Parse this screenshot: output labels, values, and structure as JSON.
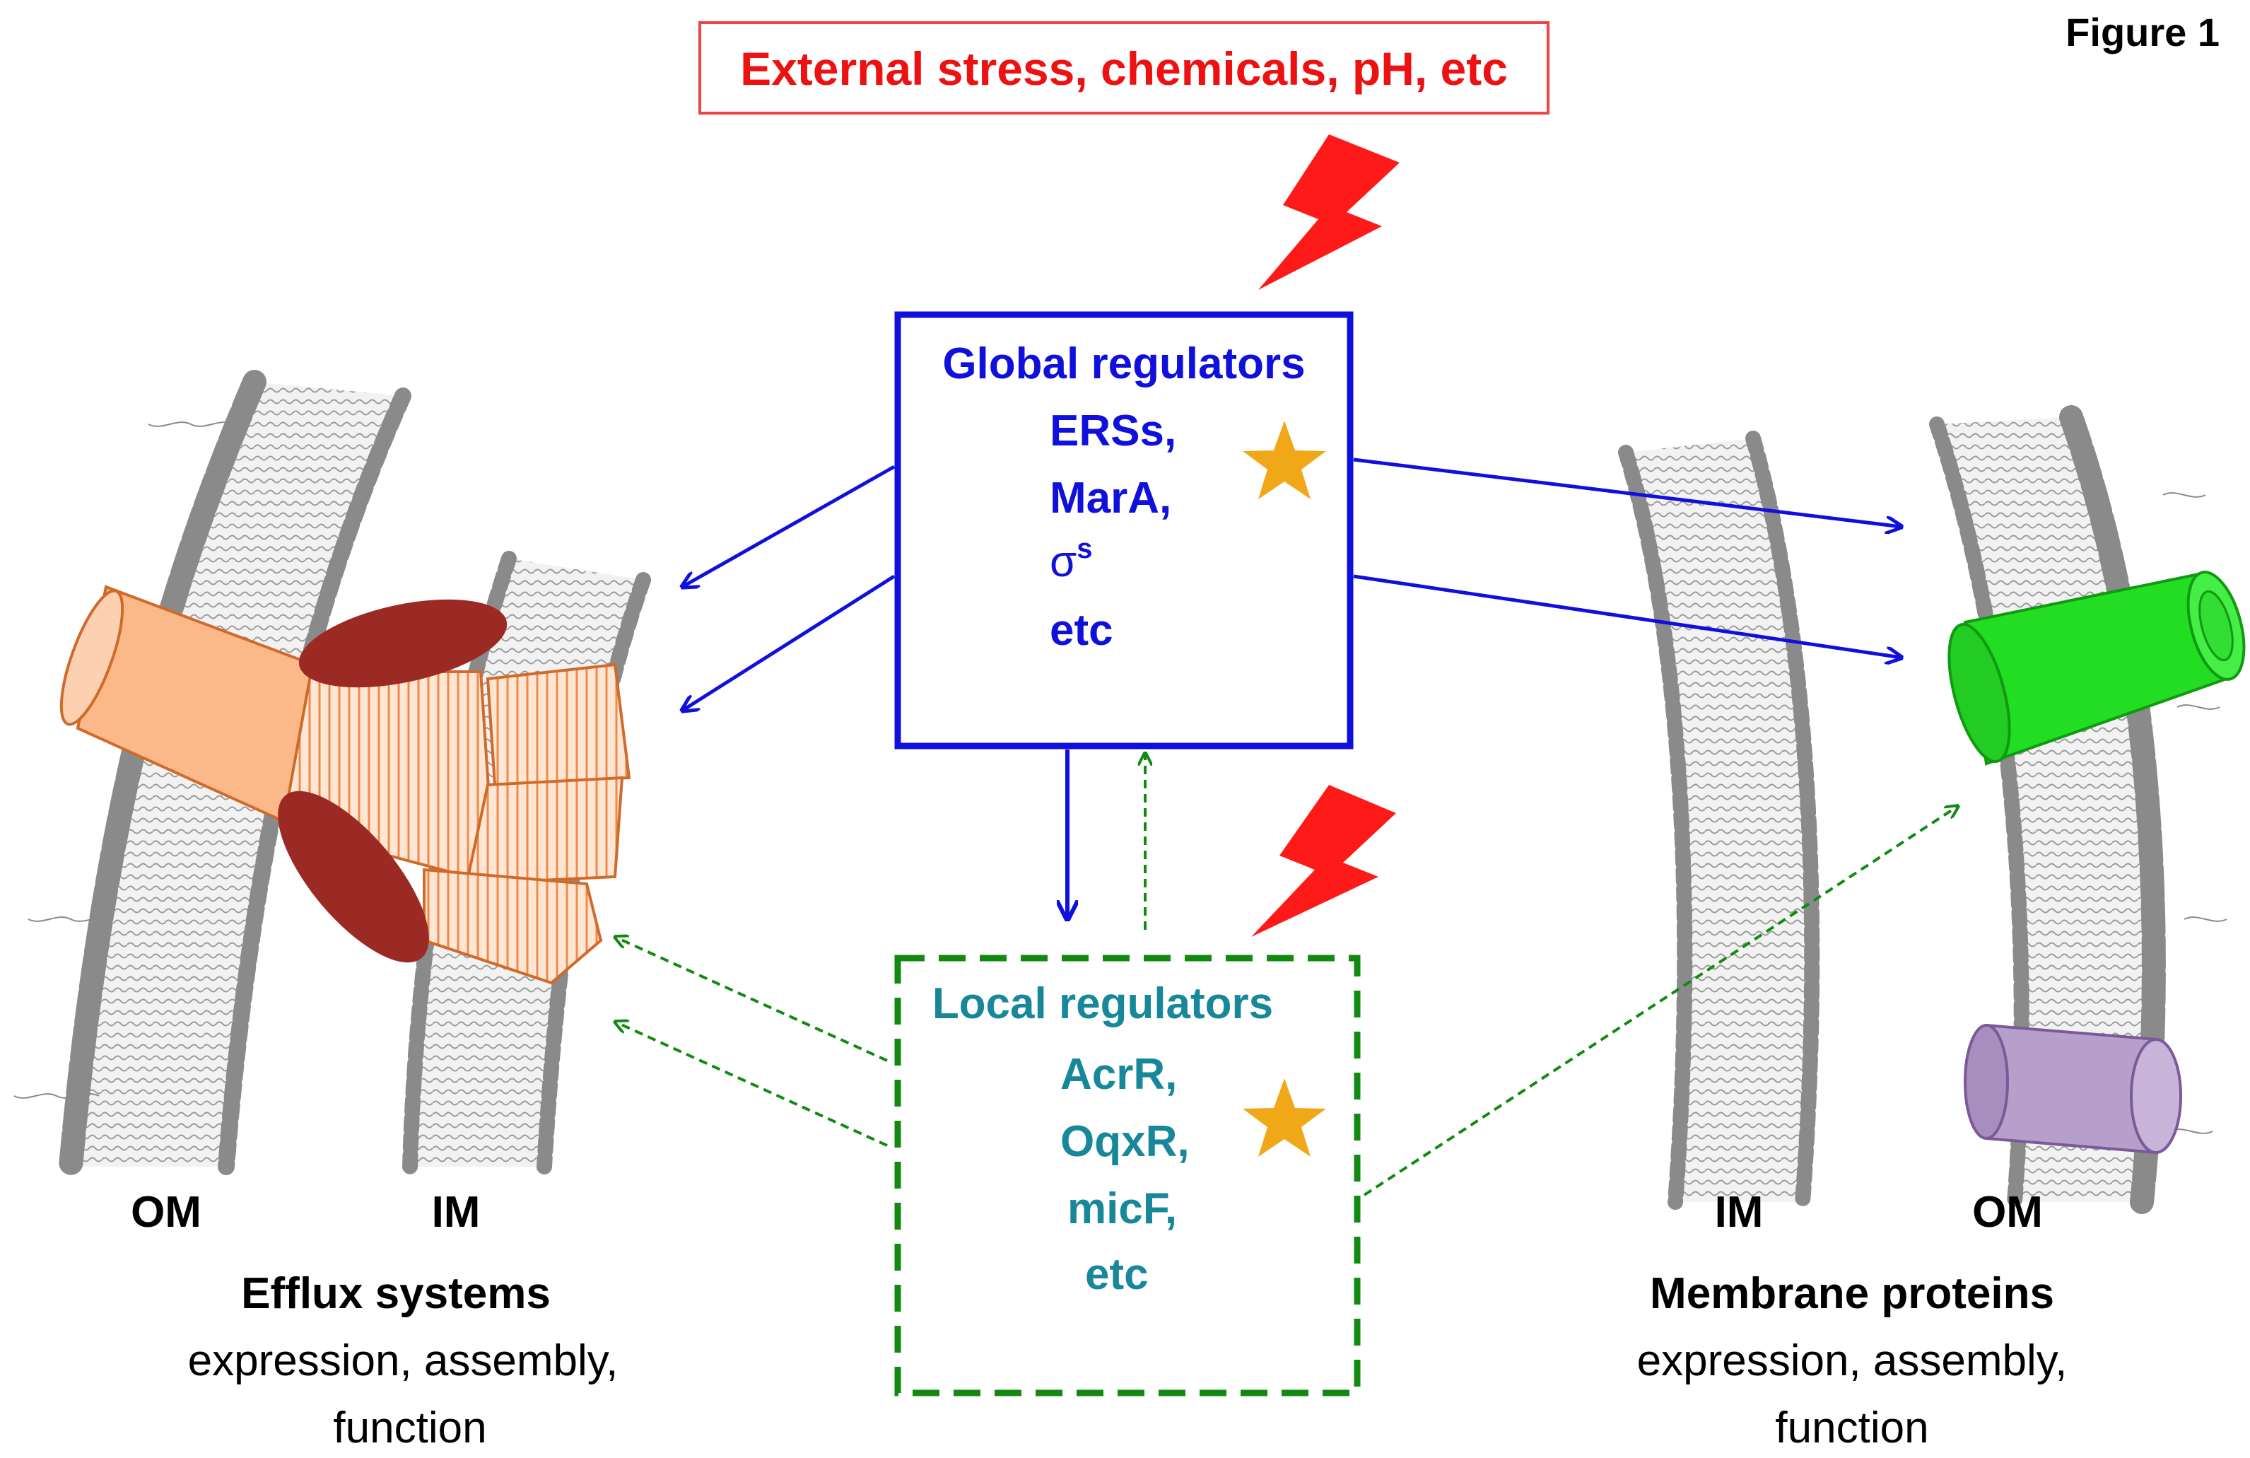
{
  "figure_label": "Figure 1",
  "stress_box": {
    "text": "External stress, chemicals, pH, etc"
  },
  "global_regulators": {
    "title": "Global regulators",
    "items": [
      "ERSs,",
      "MarA,",
      "σ",
      "etc"
    ],
    "sigma_superscript": "s"
  },
  "local_regulators": {
    "title": "Local regulators",
    "items": [
      "AcrR,",
      "OqxR,",
      "micF,",
      "etc"
    ]
  },
  "left_panel": {
    "membrane_labels": {
      "outer": "OM",
      "inner": "IM"
    },
    "title": "Efflux systems",
    "subtitle_lines": [
      "expression, assembly,",
      "function"
    ]
  },
  "right_panel": {
    "membrane_labels": {
      "inner": "IM",
      "outer": "OM"
    },
    "title": "Membrane proteins",
    "subtitle_lines": [
      "expression, assembly,",
      "function"
    ]
  },
  "colors": {
    "stress": "#ee1111",
    "global": "#1010dd",
    "local_text": "#17879a",
    "local_border": "#128a12",
    "star": "#f0a818",
    "membrane": "#8a8a8a",
    "efflux_orange": "#fbb98a",
    "efflux_dark": "#9c2a24",
    "green_porin": "#22dd22",
    "purple_porin": "#b79fcc"
  }
}
